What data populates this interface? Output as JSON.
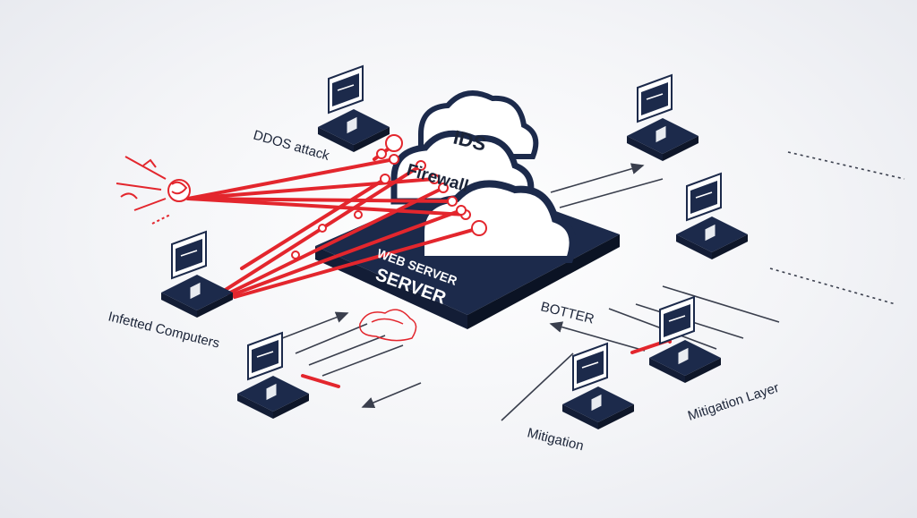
{
  "labels": {
    "ddos_attack": "DDOS attack",
    "ids": "IDS",
    "firewall": "Firewall",
    "server_line1": "WEB SERVER",
    "server_line2": "SERVER",
    "infected_computers": "Infetted Computers",
    "botter": "BOTTER",
    "mitigation_layer": "Mitigation Layer",
    "mitigation": "Mitigation"
  },
  "colors": {
    "navy": "#1c2a4b",
    "navy_dark": "#131d36",
    "attack_red": "#e3262d",
    "cloud_white": "#ffffff",
    "arrow_gray": "#3a3f4d",
    "text_dark": "#1b2438"
  },
  "icons": {
    "computer": "desktop-monitor-icon",
    "bot": "bot-swirl-icon",
    "cloud": "cloud-icon",
    "server": "server-platform-icon"
  }
}
